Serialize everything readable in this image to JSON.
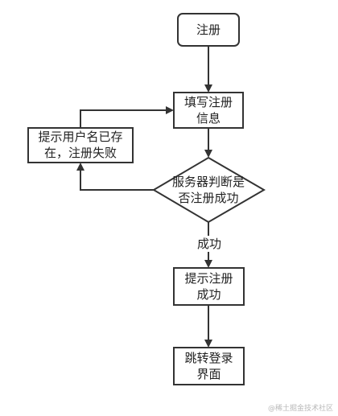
{
  "nodes": {
    "register": {
      "lines": [
        "注册"
      ]
    },
    "fill_info": {
      "lines": [
        "填写注册",
        "信息"
      ]
    },
    "exists_fail": {
      "lines": [
        "提示用户名已存",
        "在，注册失败"
      ]
    },
    "server_check": {
      "lines": [
        "服务器判断是",
        "否注册成功"
      ]
    },
    "success_msg": {
      "lines": [
        "提示注册",
        "成功"
      ]
    },
    "goto_login": {
      "lines": [
        "跳转登录",
        "界面"
      ]
    }
  },
  "edges": {
    "success_label": "成功"
  },
  "watermark": "@稀土掘金技术社区",
  "colors": {
    "stroke": "#333333",
    "fill": "#ffffff",
    "text": "#222222"
  }
}
